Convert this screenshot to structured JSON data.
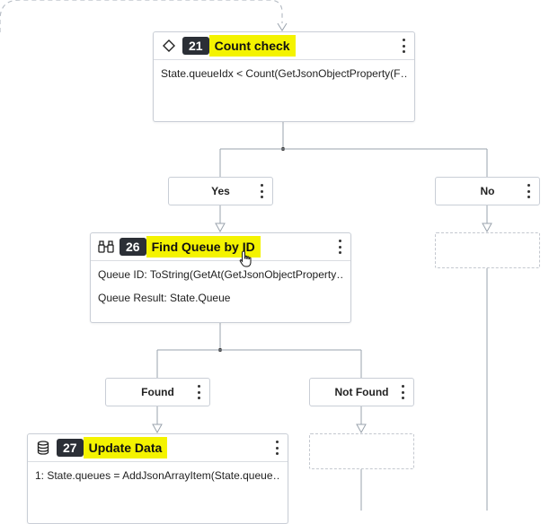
{
  "nodes": {
    "count_check": {
      "number": "21",
      "title": "Count check",
      "lines": [
        "State.queueIdx < Count(GetJsonObjectProperty(F…"
      ]
    },
    "find_queue": {
      "number": "26",
      "title": "Find Queue by ID",
      "lines": [
        "Queue ID: ToString(GetAt(GetJsonObjectProperty…",
        "Queue Result: State.Queue"
      ]
    },
    "update_data": {
      "number": "27",
      "title": "Update Data",
      "lines": [
        "1: State.queues = AddJsonArrayItem(State.queue…"
      ]
    }
  },
  "branches": {
    "yes": "Yes",
    "no": "No",
    "found": "Found",
    "not_found": "Not Found"
  },
  "icons": {
    "count_check": "diamond-icon",
    "find_queue": "binoculars-icon",
    "update_data": "database-icon",
    "menu": "kebab-menu-icon"
  },
  "colors": {
    "highlight": "#f4f300",
    "badge_bg": "#2b2f36",
    "wire": "#9aa3ad"
  }
}
